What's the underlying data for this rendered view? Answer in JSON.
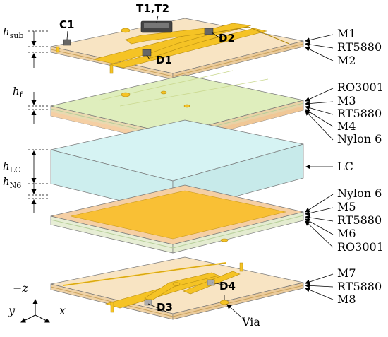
{
  "colors": {
    "rt5880": "#f7e2c0",
    "ro3001": "#d8edc8",
    "lc": "#d6f3f3",
    "nylon": "#f5cfa4",
    "copper": "#f5c325",
    "copper_edge": "#b48a10",
    "component": "#555555"
  },
  "layers_right": [
    {
      "id": "M1",
      "text": "M1"
    },
    {
      "id": "RT5880-a",
      "text": "RT5880"
    },
    {
      "id": "M2",
      "text": "M2"
    },
    {
      "id": "RO3001-a",
      "text": "RO3001"
    },
    {
      "id": "M3",
      "text": "M3"
    },
    {
      "id": "RT5880-b",
      "text": "RT5880"
    },
    {
      "id": "M4",
      "text": "M4"
    },
    {
      "id": "Nylon6-a",
      "text": "Nylon 6"
    },
    {
      "id": "LC",
      "text": "LC"
    },
    {
      "id": "Nylon6-b",
      "text": "Nylon 6"
    },
    {
      "id": "M5",
      "text": "M5"
    },
    {
      "id": "RT5880-c",
      "text": "RT5880"
    },
    {
      "id": "M6",
      "text": "M6"
    },
    {
      "id": "RO3001-b",
      "text": "RO3001"
    },
    {
      "id": "M7",
      "text": "M7"
    },
    {
      "id": "RT5880-d",
      "text": "RT5880"
    },
    {
      "id": "M8",
      "text": "M8"
    }
  ],
  "components": {
    "c1": "C1",
    "t1t2": "T1,T2",
    "d1": "D1",
    "d2": "D2",
    "d3": "D3",
    "d4": "D4",
    "via": "Via"
  },
  "dimensions": {
    "h": "h",
    "sub": "sub",
    "f": "f",
    "lc": "LC",
    "n6": "N6"
  },
  "axes": {
    "neg_z": "−z",
    "y": "y",
    "x": "x"
  }
}
